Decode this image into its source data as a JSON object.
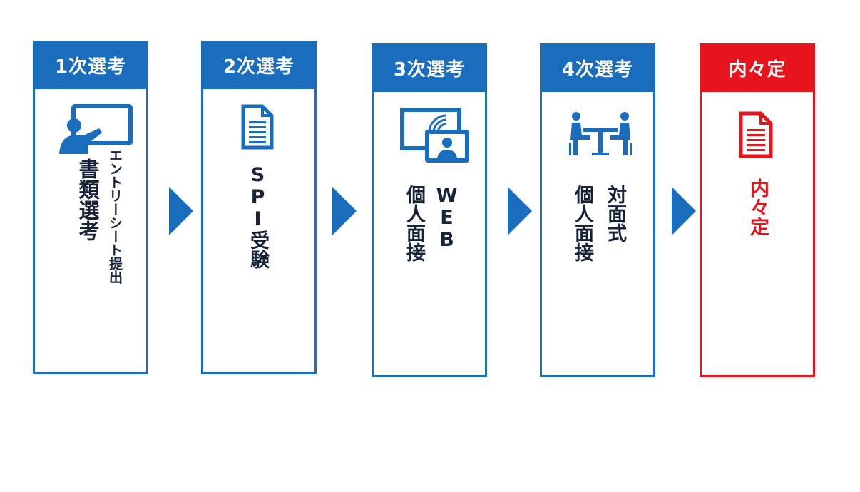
{
  "colors": {
    "step_blue": "#1a6cbd",
    "final_red": "#e8141b",
    "text_dark": "#16233a"
  },
  "steps": [
    {
      "header": "1次選考",
      "icon": "presentation-icon",
      "main_text": "書類選考",
      "sub_text": "エントリーシート提出"
    },
    {
      "header": "2次選考",
      "icon": "document-icon",
      "main_text": "SPI受験"
    },
    {
      "header": "3次選考",
      "icon": "web-meeting-icon",
      "col1": "WEB",
      "col2": "個人面接"
    },
    {
      "header": "4次選考",
      "icon": "interview-table-icon",
      "col1": "対面式",
      "col2": "個人面接"
    },
    {
      "header": "内々定",
      "icon": "document-icon",
      "main_text": "内々定"
    }
  ]
}
